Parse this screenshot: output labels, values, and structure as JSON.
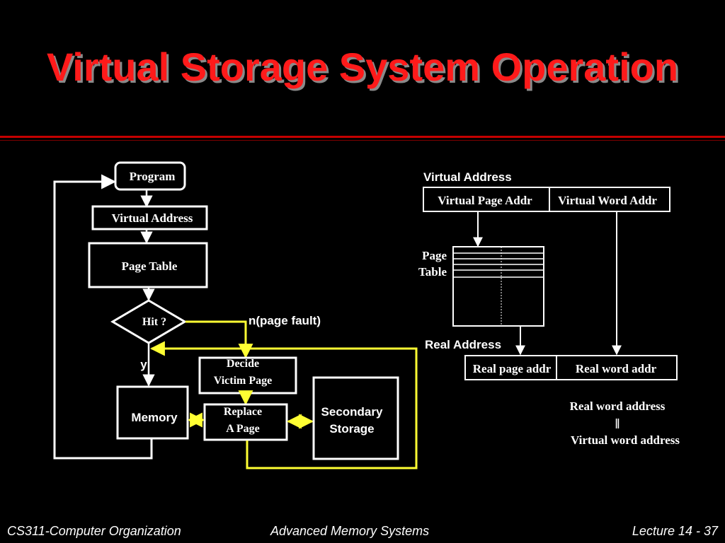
{
  "slide": {
    "title": "Virtual Storage System Operation"
  },
  "flowchart": {
    "program": "Program",
    "virtual_address": "Virtual Address",
    "page_table": "Page Table",
    "hit": "Hit ?",
    "page_fault": "n(page fault)",
    "yes": "y",
    "decide_line1": "Decide",
    "decide_line2": "Victim Page",
    "memory": "Memory",
    "replace_line1": "Replace",
    "replace_line2": "A Page",
    "secondary_line1": "Secondary",
    "secondary_line2": "Storage"
  },
  "translation": {
    "virtual_address_label": "Virtual Address",
    "virtual_page_addr": "Virtual Page Addr",
    "virtual_word_addr": "Virtual Word Addr",
    "page_label_line1": "Page",
    "page_label_line2": "Table",
    "real_address_label": "Real Address",
    "real_page_addr": "Real page addr",
    "real_word_addr": "Real word addr",
    "equivalence_top": "Real word address",
    "equivalence_symbol": "‖",
    "equivalence_bottom": "Virtual word address"
  },
  "footer": {
    "left": "CS311-Computer Organization",
    "center": "Advanced Memory Systems",
    "right": "Lecture 14 - 37"
  },
  "colors": {
    "title": "#ff1a1a",
    "rule": "#c40000",
    "highlight_path": "#ffff33",
    "foreground": "#ffffff",
    "background": "#000000"
  }
}
